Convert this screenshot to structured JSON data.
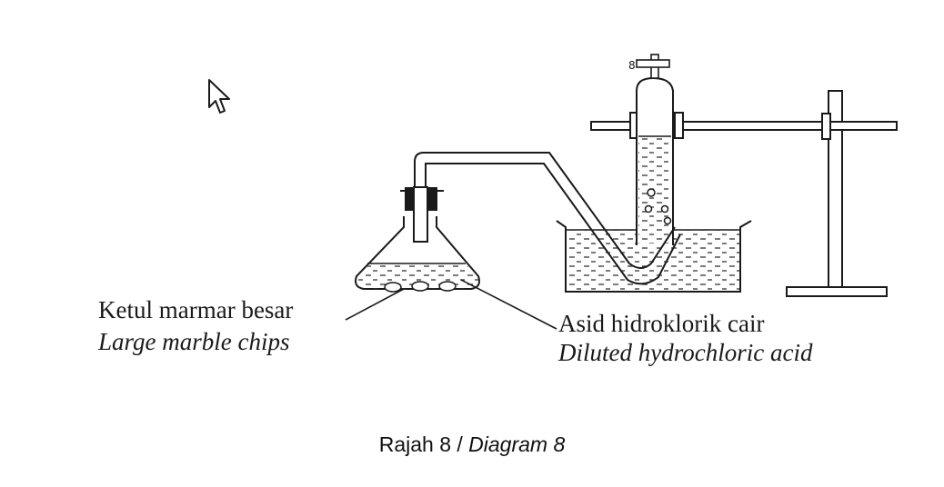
{
  "labels": {
    "marble_ms": "Ketul marmar besar",
    "marble_en": "Large marble chips",
    "acid_ms": "Asid hidroklorik cair",
    "acid_en": "Diluted hydrochloric acid"
  },
  "caption": {
    "main": "Rajah 8 / ",
    "italic": "Diagram 8"
  },
  "colors": {
    "ink": "#1a1a1a",
    "background": "#ffffff"
  },
  "icons": {
    "cursor": "mouse-pointer-icon"
  }
}
